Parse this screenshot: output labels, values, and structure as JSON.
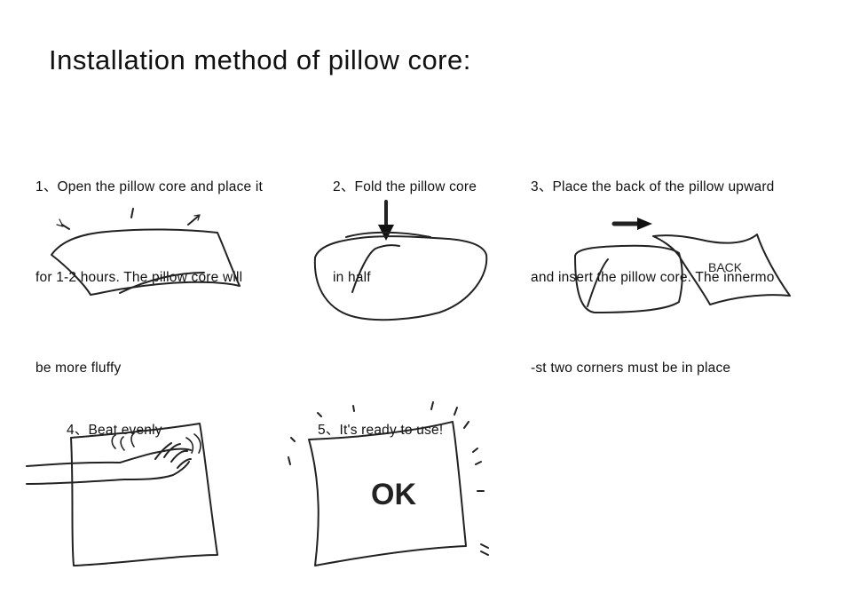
{
  "title": "Installation method of pillow core:",
  "steps": [
    {
      "lines": [
        "1、Open the pillow core and place it",
        "for 1-2 hours. The pillow core will",
        "be more fluffy"
      ]
    },
    {
      "lines": [
        "2、Fold the pillow core",
        "in half"
      ]
    },
    {
      "lines": [
        "3、Place the back of the pillow upward",
        "and insert the pillow core. The innermo",
        "-st two corners must be in place"
      ],
      "illustration_label": "BACK"
    },
    {
      "lines": [
        "4、Beat evenly"
      ]
    },
    {
      "lines": [
        "5、It's ready to use!"
      ],
      "illustration_label": "OK"
    }
  ]
}
